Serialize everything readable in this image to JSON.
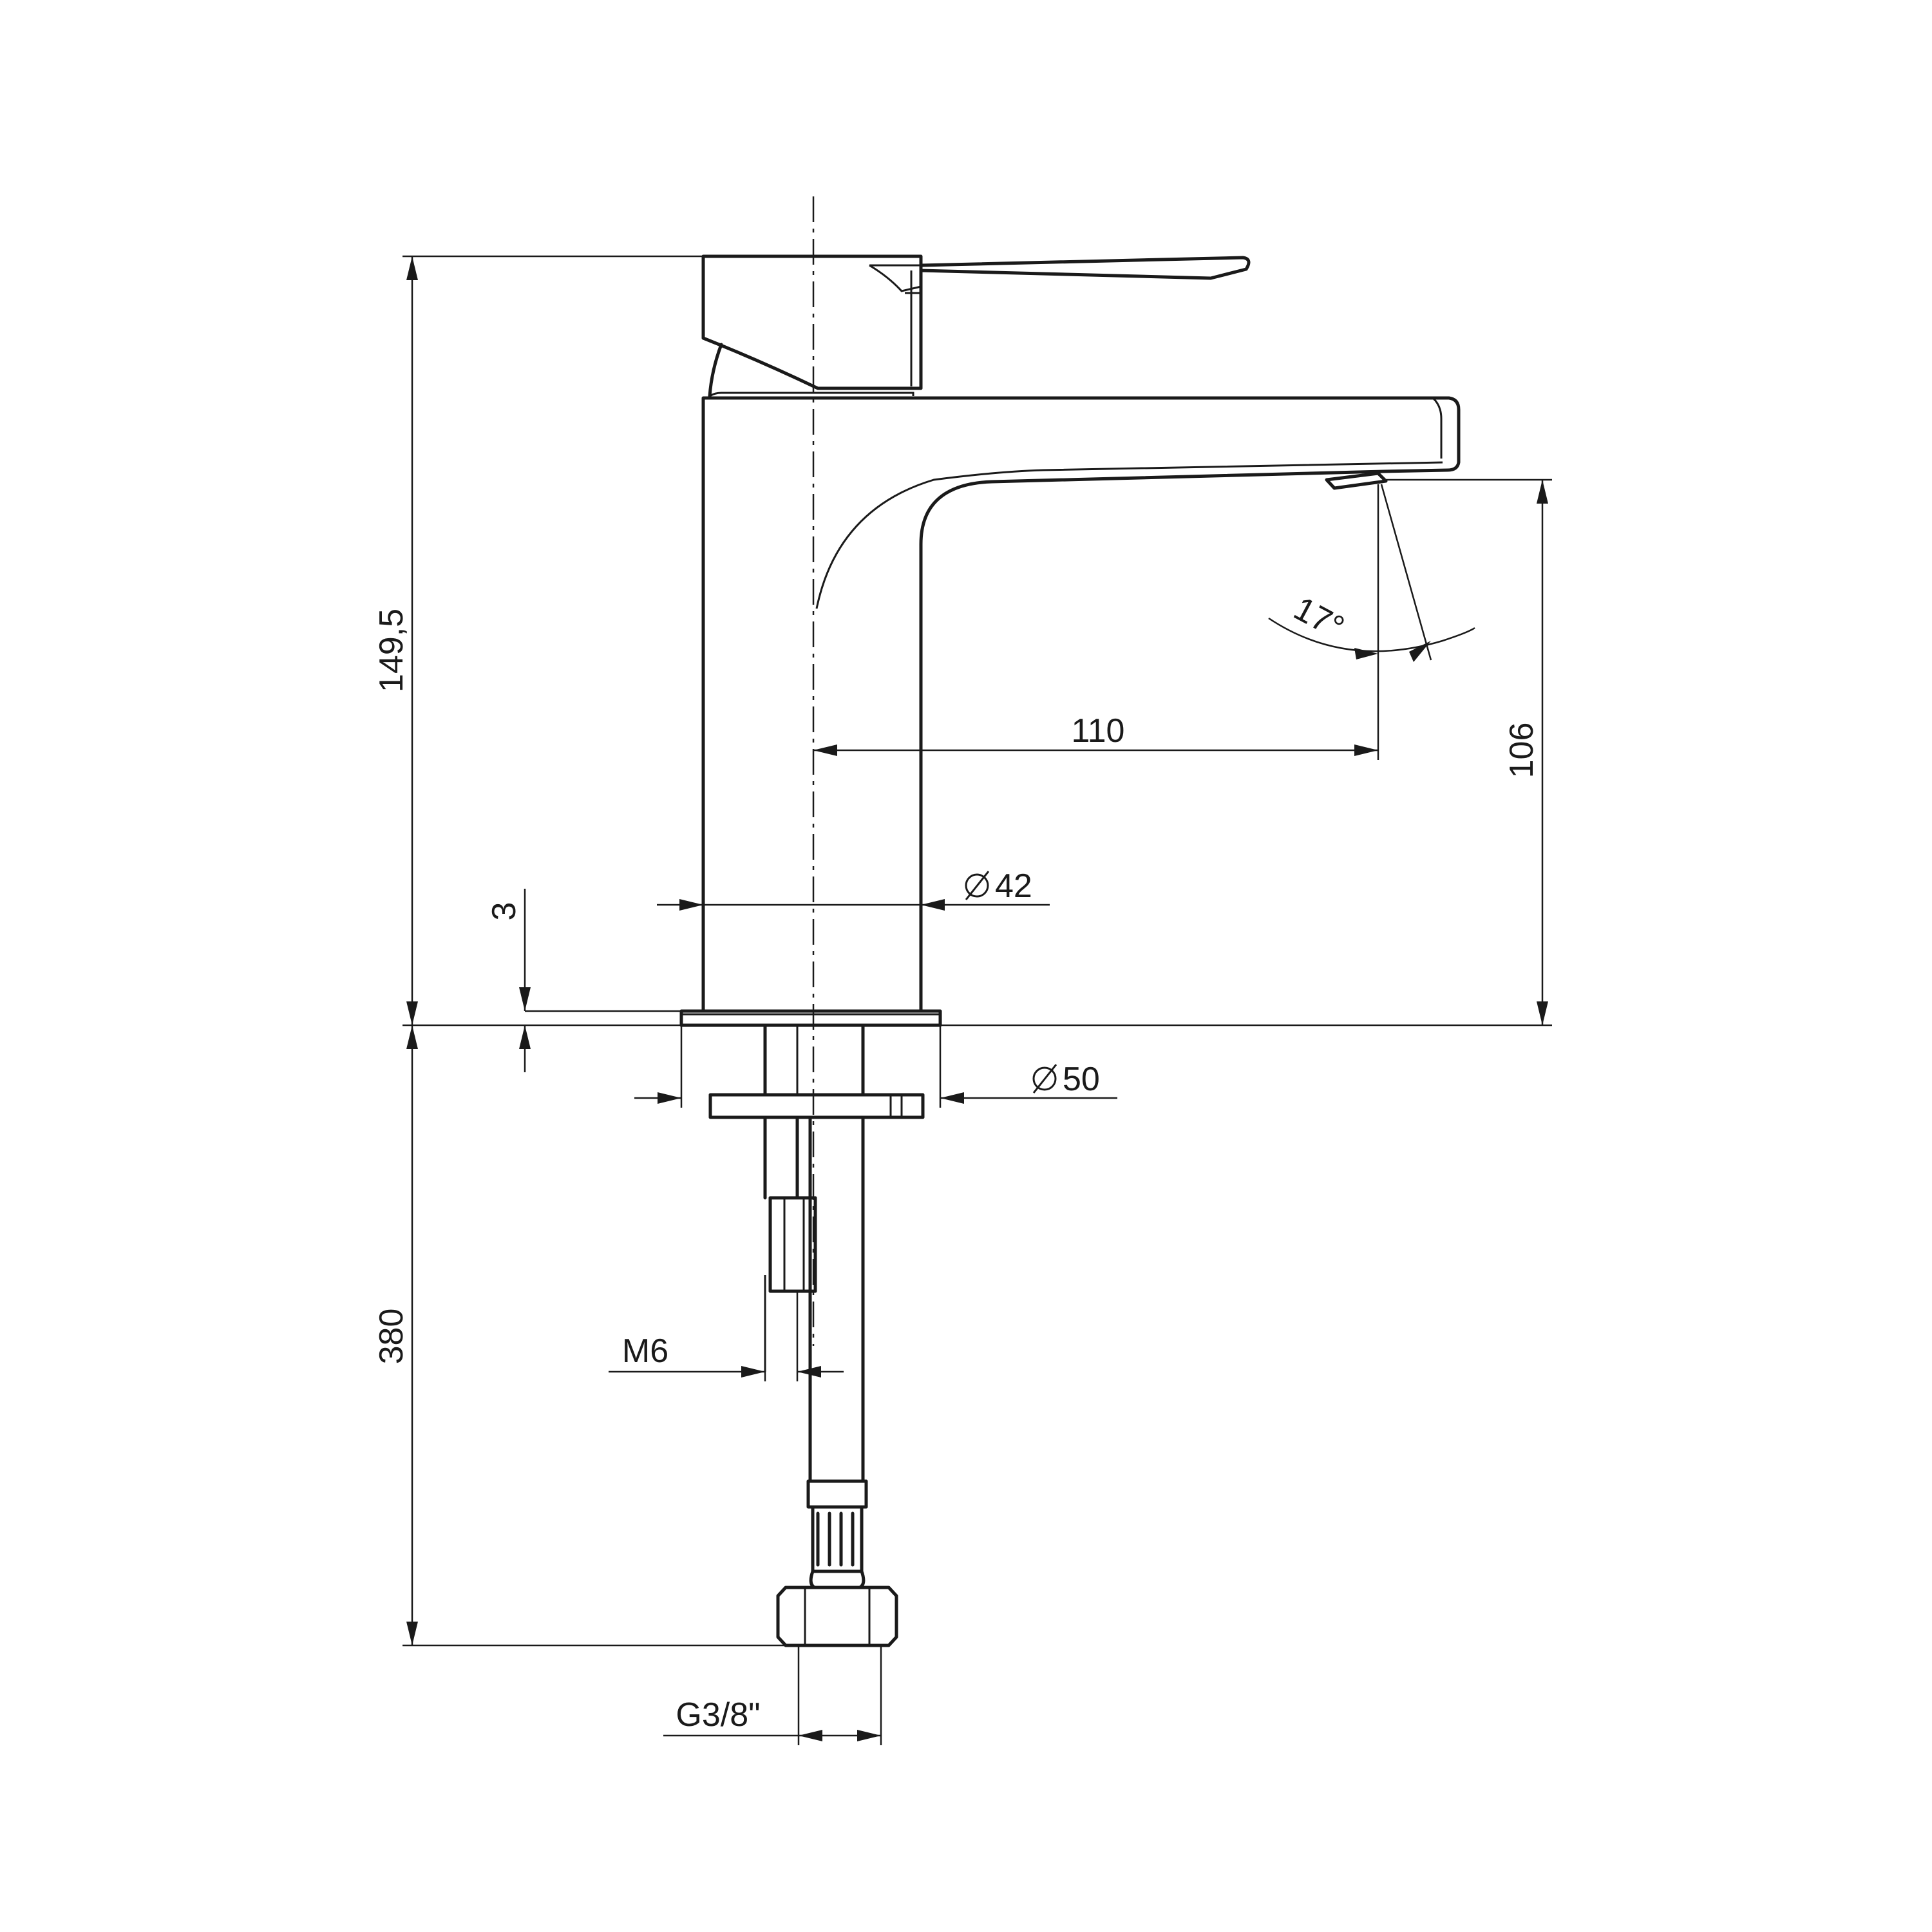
{
  "drawing": {
    "dimensions": {
      "total_height": "149,5",
      "spout_height": "106",
      "spout_reach": "110",
      "body_diameter": "42",
      "base_diameter": "50",
      "base_thickness": "3",
      "hose_length": "380",
      "stud_thread": "M6",
      "hose_connection": "G3/8\"",
      "aerator_angle": "17°"
    }
  }
}
